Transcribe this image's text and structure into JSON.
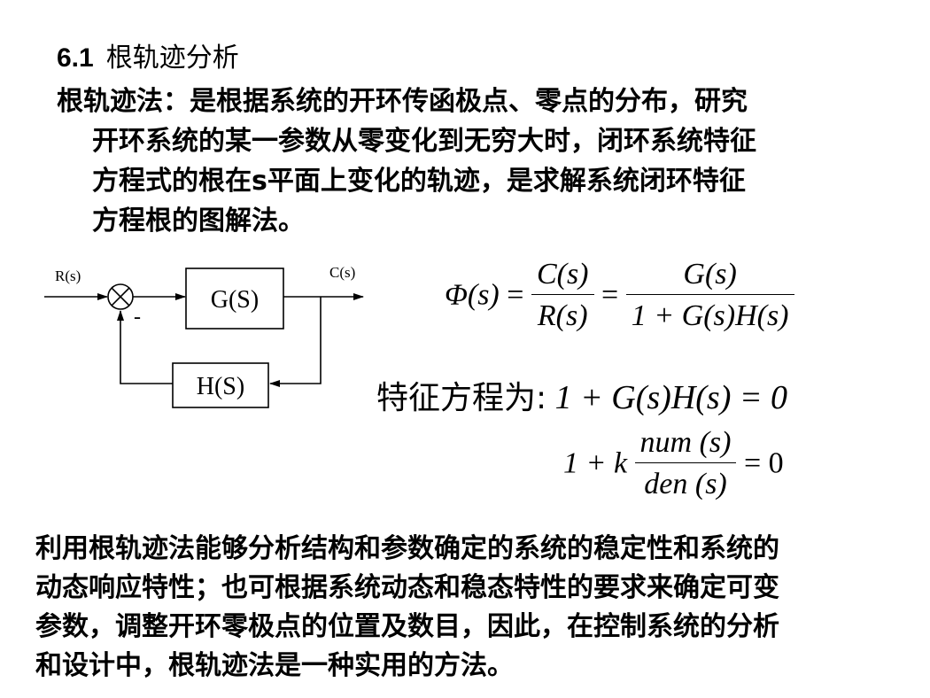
{
  "section": {
    "number": "6.1",
    "title": "根轨迹分析"
  },
  "definition": {
    "lines": [
      "根轨迹法：是根据系统的开环传函极点、零点的分布，研究",
      "开环系统的某一参数从零变化到无穷大时，闭环系统特征",
      "方程式的根在s平面上变化的轨迹，是求解系统闭环特征",
      "方程根的图解法。"
    ]
  },
  "diagram": {
    "input_label": "R(s)",
    "output_label": "C(s)",
    "forward_block": "G(S)",
    "feedback_block": "H(S)",
    "feedback_sign": "-"
  },
  "equations": {
    "transfer": {
      "lhs": "Φ(s)",
      "frac1_num": "C(s)",
      "frac1_den": "R(s)",
      "frac2_num": "G(s)",
      "frac2_den": "1 + G(s)H(s)"
    },
    "characteristic": {
      "label": "特征方程为",
      "expr": "1 + G(s)H(s) = 0"
    },
    "gain_form": {
      "lhs": "1 + k",
      "num": "num (s)",
      "den": "den (s)",
      "rhs": "= 0"
    }
  },
  "summary": {
    "lines": [
      "利用根轨迹法能够分析结构和参数确定的系统的稳定性和系统的",
      "动态响应特性；也可根据系统动态和稳态特性的要求来确定可变",
      "参数，调整开环零极点的位置及数目，因此，在控制系统的分析",
      "和设计中，根轨迹法是一种实用的方法。"
    ]
  }
}
